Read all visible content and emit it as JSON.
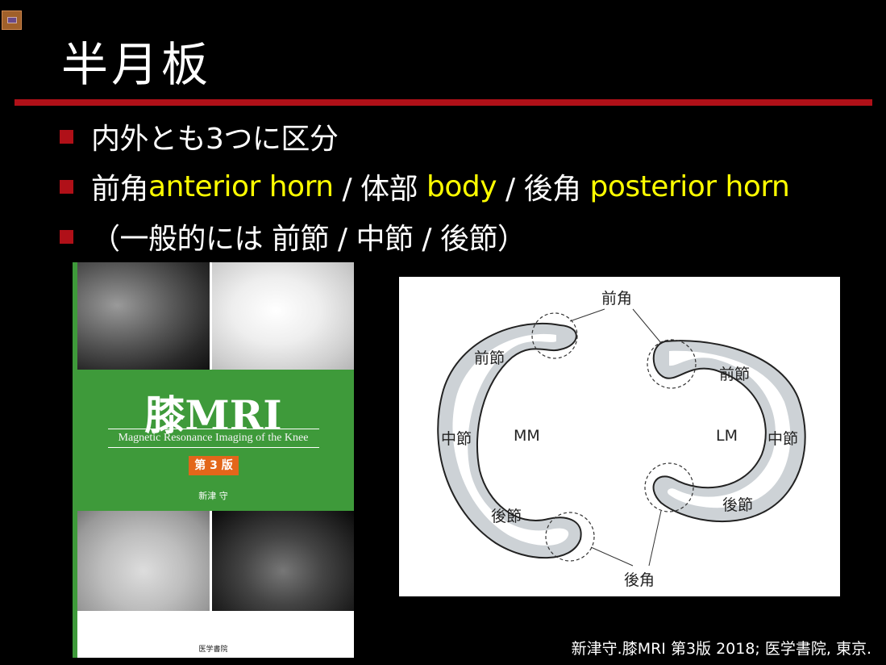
{
  "slide": {
    "title": "半月板",
    "bullets": {
      "b1": "内外とも3つに区分",
      "b2_p1": "前角",
      "b2_p2": "anterior horn",
      "b2_p3": " / 体部 ",
      "b2_p4": "body",
      "b2_p5": " / 後角 ",
      "b2_p6": "posterior horn",
      "b3": "（一般的には 前節 / 中節 / 後節）"
    },
    "citation": "新津守.膝MRI  第3版 2018; 医学書院, 東京."
  },
  "book": {
    "title": "膝MRI",
    "subtitle": "Magnetic Resonance Imaging of the Knee",
    "edition": "第 3 版",
    "author": "新津 守",
    "publisher": "医学書院"
  },
  "diagram": {
    "anterior_horn": "前角",
    "posterior_horn": "後角",
    "mm_label": "MM",
    "lm_label": "LM",
    "mm_anterior": "前節",
    "mm_middle": "中節",
    "mm_posterior": "後節",
    "lm_anterior": "前節",
    "lm_middle": "中節",
    "lm_posterior": "後節"
  },
  "colors": {
    "accent_rule": "#b01018",
    "highlight_text": "#ffff00",
    "book_green": "#3e9a3a",
    "edition_orange": "#e3661a"
  }
}
